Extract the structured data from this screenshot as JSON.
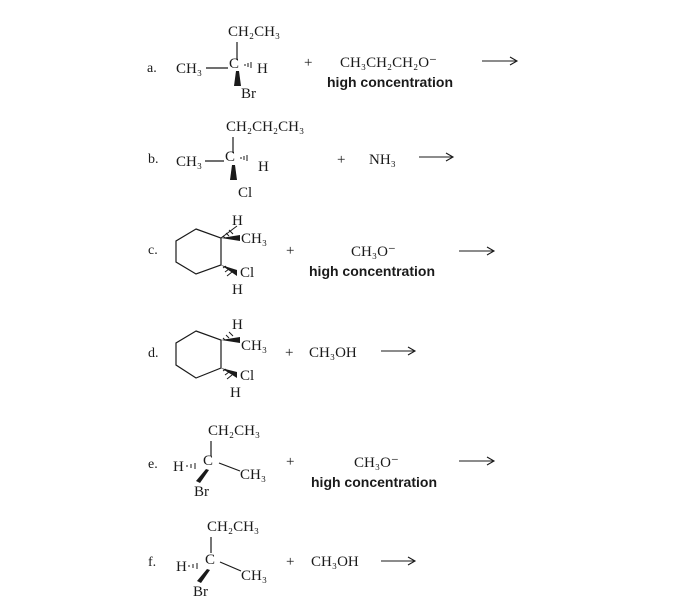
{
  "problems": [
    {
      "label": "a.",
      "substrate": {
        "top": "CH₂CH₃",
        "left": "CH₃",
        "center": "C",
        "right": "H",
        "bottom": "Br"
      },
      "plus": "+",
      "reagent": "CH₃CH₂CH₂O⁻",
      "condition": "high concentration"
    },
    {
      "label": "b.",
      "substrate": {
        "top": "CH₂CH₂CH₃",
        "left": "CH₃",
        "center": "C",
        "right": "H",
        "bottom": "Cl"
      },
      "plus": "+",
      "reagent": "NH₃"
    },
    {
      "label": "c.",
      "substrate": {
        "top_h": "H",
        "top_sub": "CH₃",
        "bottom_sub": "Cl",
        "bottom_h": "H"
      },
      "plus": "+",
      "reagent": "CH₃O⁻",
      "condition": "high concentration"
    },
    {
      "label": "d.",
      "substrate": {
        "top_h": "H",
        "top_sub": "CH₃",
        "bottom_sub": "Cl",
        "bottom_h": "H"
      },
      "plus": "+",
      "reagent": "CH₃OH"
    },
    {
      "label": "e.",
      "substrate": {
        "top": "CH₂CH₃",
        "left": "H",
        "center": "C",
        "right": "CH₃",
        "bottom": "Br"
      },
      "plus": "+",
      "reagent": "CH₃O⁻",
      "condition": "high concentration"
    },
    {
      "label": "f.",
      "substrate": {
        "top": "CH₂CH₃",
        "left": "H",
        "center": "C",
        "right": "CH₃",
        "bottom": "Br"
      },
      "plus": "+",
      "reagent": "CH₃OH"
    }
  ],
  "arrow_glyph": "⟶"
}
